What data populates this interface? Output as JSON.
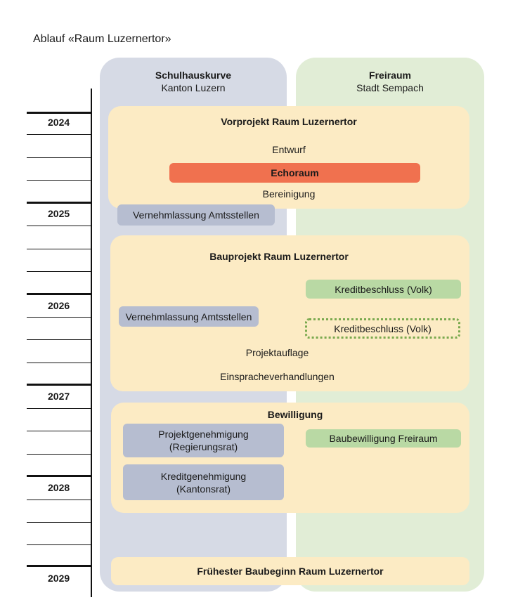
{
  "title": "Ablauf «Raum Luzernertor»",
  "lanes": {
    "left": {
      "name": "Schulhauskurve",
      "owner": "Kanton Luzern"
    },
    "right": {
      "name": "Freiraum",
      "owner": "Stadt Sempach"
    }
  },
  "years": [
    "2024",
    "2025",
    "2026",
    "2027",
    "2028",
    "2029"
  ],
  "phases": {
    "vorprojekt": {
      "title": "Vorprojekt Raum Luzernertor",
      "entwurf": "Entwurf",
      "echoraum": "Echoraum",
      "bereinigung": "Bereinigung",
      "vernehmlassung": "Vernehmlassung Amtsstellen"
    },
    "bauprojekt": {
      "title": "Bauprojekt Raum Luzernertor",
      "kredit_volk": "Kreditbeschluss (Volk)",
      "vernehmlassung": "Vernehmlassung Amtsstellen",
      "kredit_volk_optional": "Kreditbeschluss (Volk)",
      "projektauflage": "Projektauflage",
      "einsprache": "Einspracheverhandlungen"
    },
    "bewilligung": {
      "title": "Bewilligung",
      "projektgenehmigung": "Projektgenehmigung\n(Regierungsrat)",
      "kreditgenehmigung": "Kreditgenehmigung\n(Kantonsrat)",
      "baubewilligung": "Baubewilligung Freiraum"
    },
    "baubeginn": {
      "title": "Frühester Baubeginn Raum Luzernertor"
    }
  }
}
